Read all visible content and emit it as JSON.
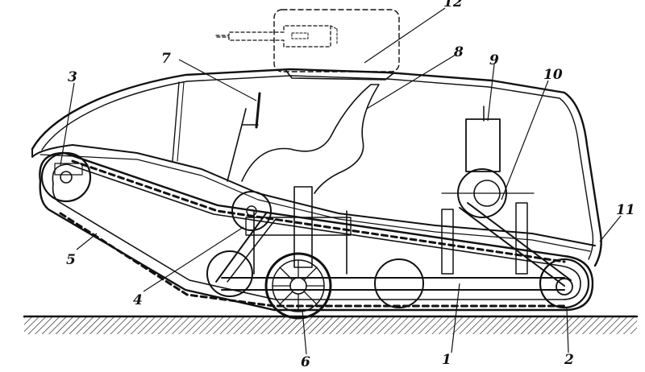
{
  "diagram": {
    "callouts": [
      "1",
      "2",
      "3",
      "4",
      "5",
      "6",
      "7",
      "8",
      "9",
      "10",
      "11",
      "12"
    ]
  },
  "colors": {
    "ink": "#111111",
    "paper": "#ffffff"
  }
}
